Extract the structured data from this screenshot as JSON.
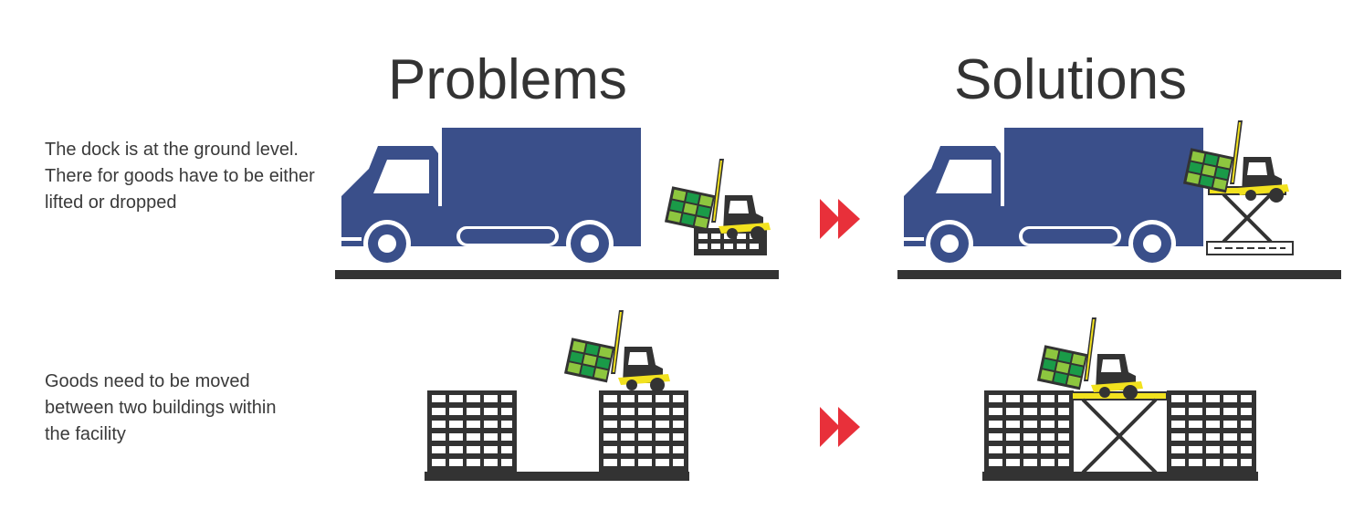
{
  "headings": {
    "problems": "Problems",
    "solutions": "Solutions"
  },
  "rows": [
    {
      "lines": [
        "The dock is at the ground level.",
        "There for goods have to be either",
        "lifted or dropped"
      ]
    },
    {
      "lines": [
        "Goods need to be moved",
        "between two buildings within",
        "the facility"
      ]
    }
  ],
  "colors": {
    "truck": "#3a4f8a",
    "ground": "#333333",
    "arrow": "#e8303a",
    "forklift": "#f2e21e",
    "goods_light": "#8dc63f",
    "goods_dark": "#1a9b48"
  },
  "icons": [
    "truck-icon",
    "forklift-icon",
    "pallet-icon",
    "scissor-lift-icon",
    "building-icon",
    "double-chevron-arrow-icon"
  ]
}
